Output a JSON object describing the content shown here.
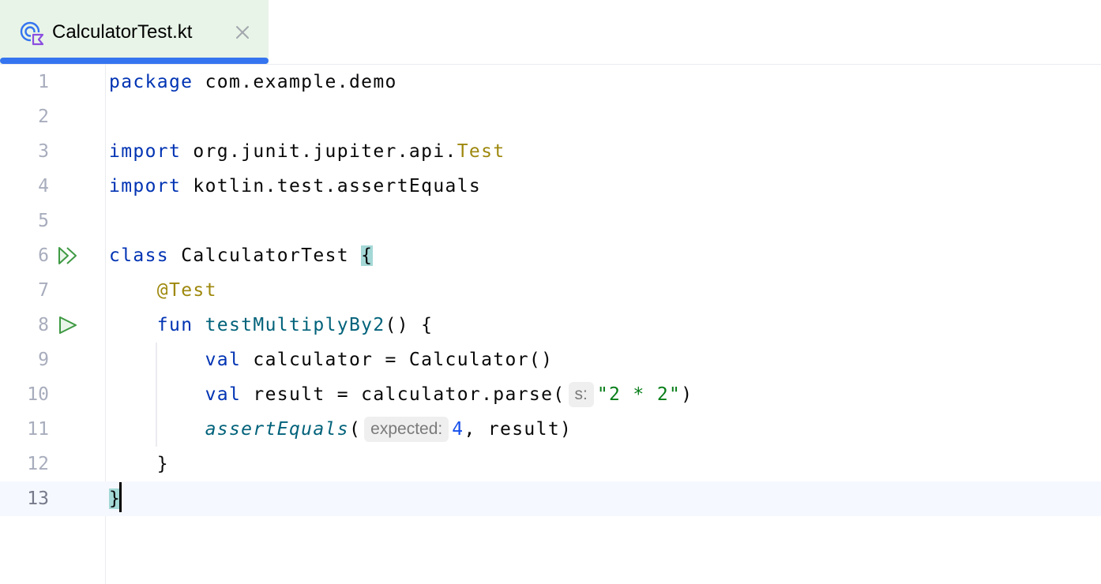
{
  "tabs": [
    {
      "label": "CalculatorTest.kt",
      "icon": "kotlin-test-file-icon",
      "active": true,
      "close_icon": "close-icon"
    }
  ],
  "colors": {
    "tab_active_bg": "#e8f4e7",
    "tab_underline": "#3574f0",
    "keyword": "#0033b3",
    "annotation": "#9e880d",
    "function": "#00627a",
    "string": "#067d17",
    "number": "#1750eb",
    "brace_match": "#a4d8d6",
    "current_line": "#f5f8fe"
  },
  "editor": {
    "current_line": 13,
    "lines": [
      {
        "number": "1",
        "tokens": {
          "kw": "package",
          "rest": " com.example.demo"
        }
      },
      {
        "number": "2"
      },
      {
        "number": "3",
        "tokens": {
          "kw": "import",
          "rest": " org.junit.jupiter.api.",
          "ann": "Test"
        }
      },
      {
        "number": "4",
        "tokens": {
          "kw": "import",
          "rest": " kotlin.test.assertEquals"
        }
      },
      {
        "number": "5"
      },
      {
        "number": "6",
        "gutter_icon": "run-all-tests-icon",
        "tokens": {
          "kw": "class",
          "name": " CalculatorTest ",
          "brace": "{"
        }
      },
      {
        "number": "7",
        "tokens": {
          "ann": "@Test"
        }
      },
      {
        "number": "8",
        "gutter_icon": "run-test-icon",
        "tokens": {
          "kw": "fun",
          "fn": "testMultiplyBy2",
          "rest": "() {"
        }
      },
      {
        "number": "9",
        "tokens": {
          "kw": "val",
          "rest": " calculator = Calculator()"
        }
      },
      {
        "number": "10",
        "tokens": {
          "kw": "val",
          "rest": " result = calculator.parse(",
          "hint": "s:",
          "str": "\"2 * 2\"",
          "close": ")"
        }
      },
      {
        "number": "11",
        "tokens": {
          "fn": "assertEquals",
          "open": "(",
          "hint": "expected:",
          "num": "4",
          "rest": ", result)"
        }
      },
      {
        "number": "12",
        "tokens": {
          "rest": "}"
        }
      },
      {
        "number": "13",
        "tokens": {
          "brace": "}"
        }
      }
    ]
  }
}
